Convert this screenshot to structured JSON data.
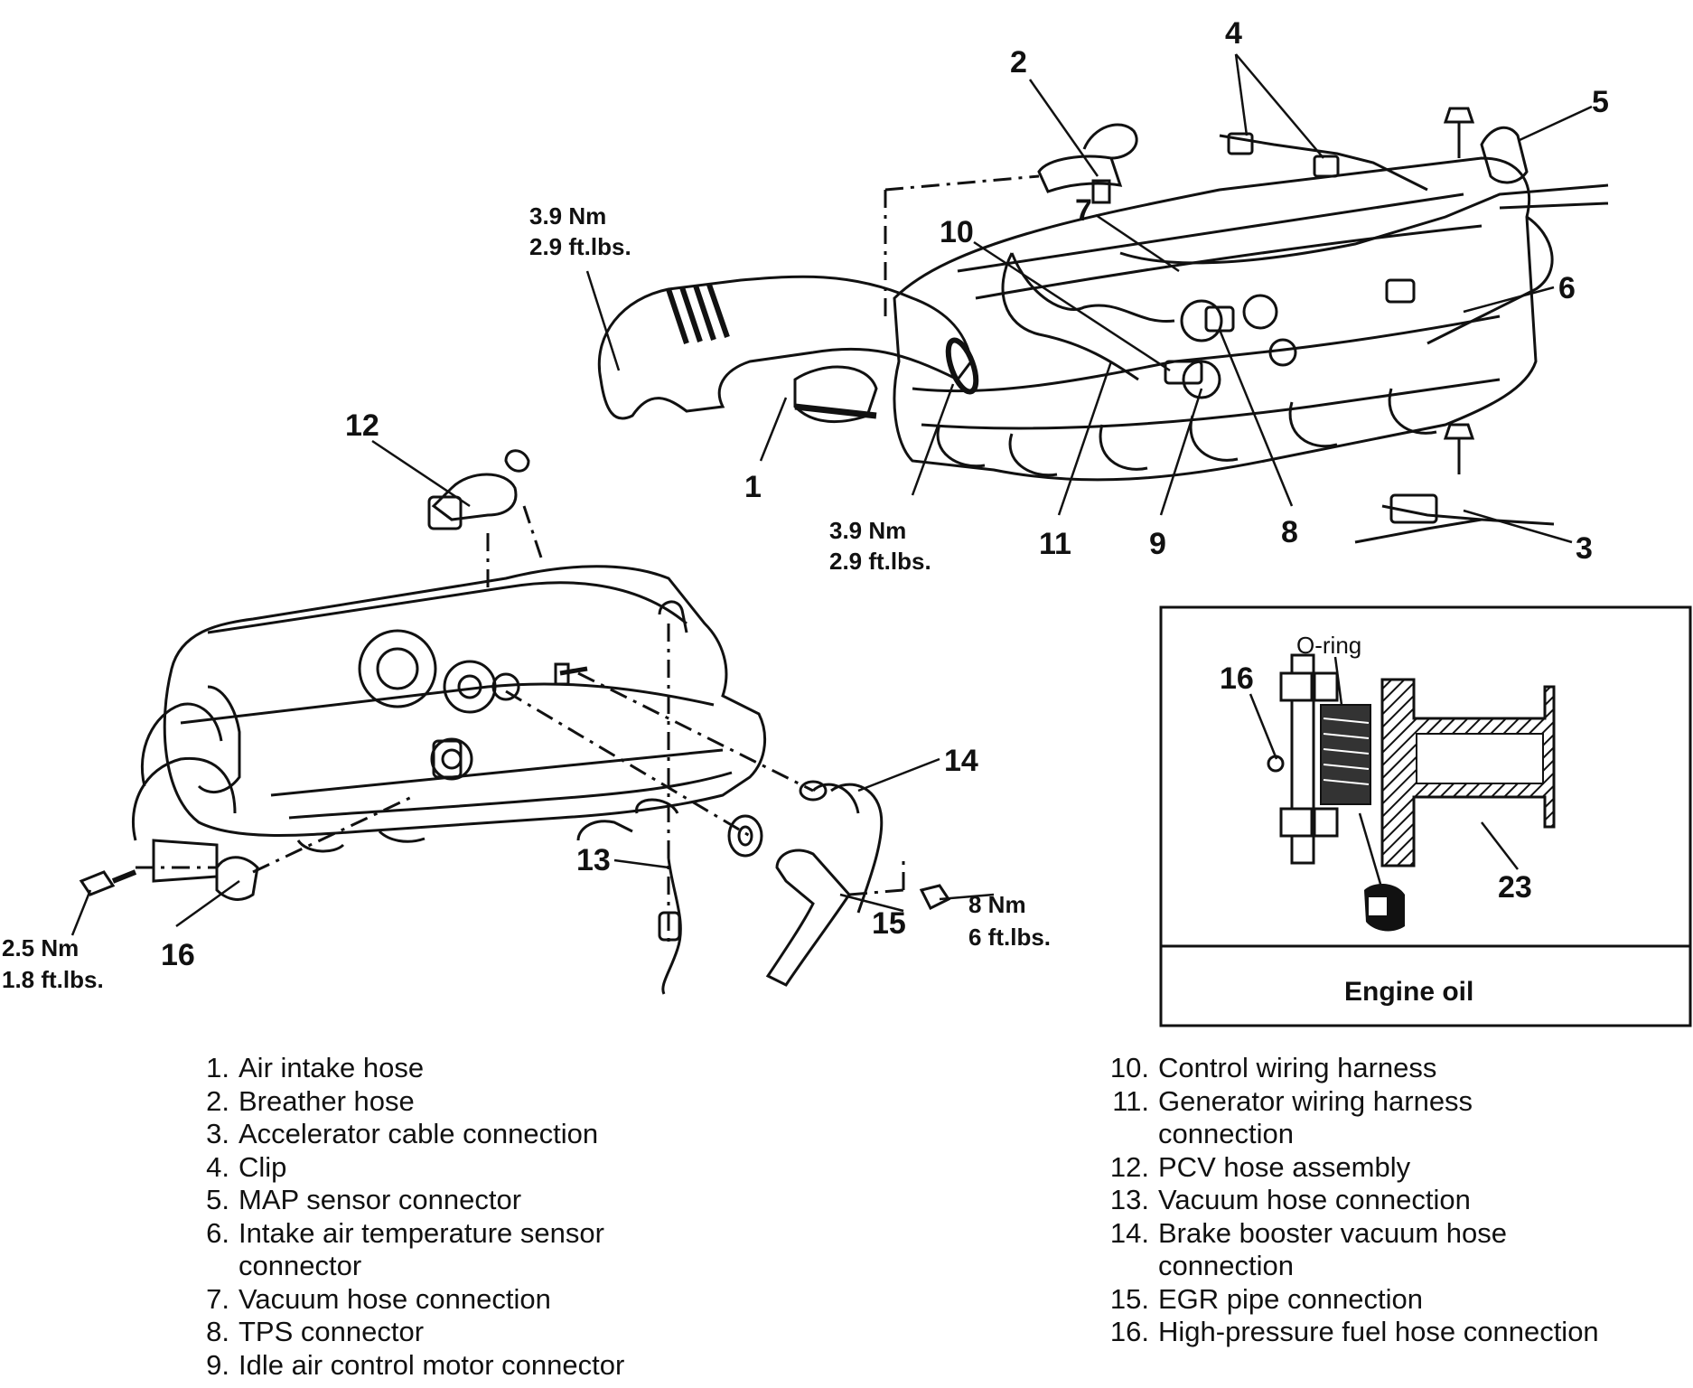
{
  "callouts": {
    "c1": "1",
    "c2": "2",
    "c3": "3",
    "c4": "4",
    "c5": "5",
    "c6": "6",
    "c7": "7",
    "c8": "8",
    "c9": "9",
    "c10": "10",
    "c11": "11",
    "c12": "12",
    "c13": "13",
    "c14": "14",
    "c15": "15",
    "c16": "16",
    "c16b": "16",
    "c23": "23"
  },
  "torque": {
    "t1_nm": "3.9 Nm",
    "t1_ft": "2.9 ft.lbs.",
    "t2_nm": "3.9 Nm",
    "t2_ft": "2.9 ft.lbs.",
    "t3_nm": "2.5 Nm",
    "t3_ft": "1.8 ft.lbs.",
    "t4_nm": "8 Nm",
    "t4_ft": "6 ft.lbs."
  },
  "inset": {
    "oring_label": "O-ring",
    "title": "Engine oil"
  },
  "legend_left": [
    {
      "num": "1.",
      "text": "Air intake hose"
    },
    {
      "num": "2.",
      "text": "Breather hose"
    },
    {
      "num": "3.",
      "text": "Accelerator cable connection"
    },
    {
      "num": "4.",
      "text": "Clip"
    },
    {
      "num": "5.",
      "text": "MAP sensor connector"
    },
    {
      "num": "6.",
      "text": "Intake air temperature sensor"
    },
    {
      "num": "",
      "text": "connector"
    },
    {
      "num": "7.",
      "text": "Vacuum hose connection"
    },
    {
      "num": "8.",
      "text": "TPS connector"
    },
    {
      "num": "9.",
      "text": "Idle air control motor connector"
    }
  ],
  "legend_right": [
    {
      "num": "10.",
      "text": "Control wiring harness"
    },
    {
      "num": "11.",
      "text": "Generator wiring harness"
    },
    {
      "num": "",
      "text": "connection"
    },
    {
      "num": "12.",
      "text": "PCV hose assembly"
    },
    {
      "num": "13.",
      "text": "Vacuum hose connection"
    },
    {
      "num": "14.",
      "text": "Brake booster vacuum hose"
    },
    {
      "num": "",
      "text": "connection"
    },
    {
      "num": "15.",
      "text": "EGR pipe connection"
    },
    {
      "num": "16.",
      "text": "High-pressure fuel hose connection"
    }
  ]
}
